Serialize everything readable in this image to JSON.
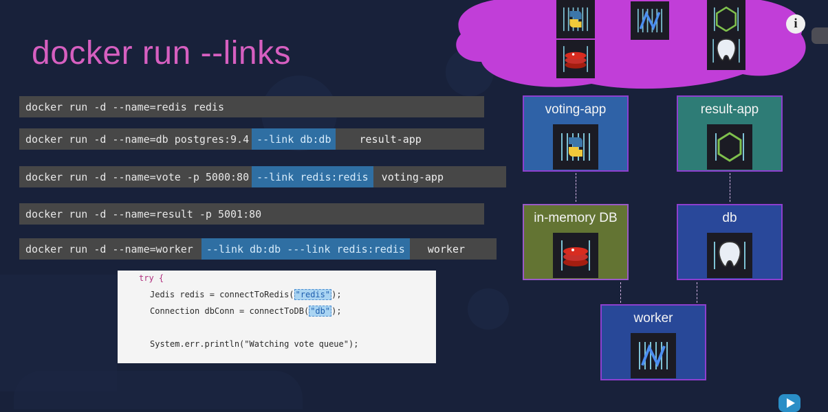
{
  "slide": {
    "title": "docker run --links"
  },
  "commands": [
    {
      "cmd": "docker run -d --name=redis redis",
      "link": "",
      "tag": ""
    },
    {
      "cmd": "docker run -d --name=db postgres:9.4",
      "link": "--link db:db",
      "tag": "result-app"
    },
    {
      "cmd": "docker run -d --name=vote -p 5000:80",
      "link": "--link redis:redis",
      "tag": "voting-app"
    },
    {
      "cmd": "docker run -d --name=result -p 5001:80",
      "link": "",
      "tag": ""
    },
    {
      "cmd": "docker run -d --name=worker",
      "link": "--link db:db ---link redis:redis",
      "tag": "worker"
    }
  ],
  "code": {
    "try_keyword": "try",
    "brace": " {",
    "line1_prefix": "Jedis redis = connectToRedis(",
    "line1_arg": "\"redis\"",
    "line1_suffix": ");",
    "line2_prefix": "Connection dbConn = connectToDB(",
    "line2_arg": "\"db\"",
    "line2_suffix": ");",
    "line3": "System.err.println(\"Watching vote queue\");"
  },
  "diagram": {
    "voting_app": "voting-app",
    "result_app": "result-app",
    "in_memory_db": "in-memory DB",
    "db": "db",
    "worker": "worker"
  },
  "controls": {
    "info_label": "i"
  },
  "colors": {
    "background": "#18213a",
    "title": "#d65fc0",
    "cloud": "#c13ed8",
    "box_border": "#8e3fcf",
    "voting_app": "#2f62a7",
    "result_app": "#2e7c76",
    "in_memory_db": "#637433",
    "db": "#29489a",
    "worker": "#284898",
    "link_highlight": "#2f6fa3",
    "command_bg": "#474747"
  },
  "icons": [
    "python-icon",
    "redis-icon",
    "dotnet-icon",
    "nodejs-icon",
    "postgres-icon",
    "info-icon",
    "next-icon"
  ]
}
